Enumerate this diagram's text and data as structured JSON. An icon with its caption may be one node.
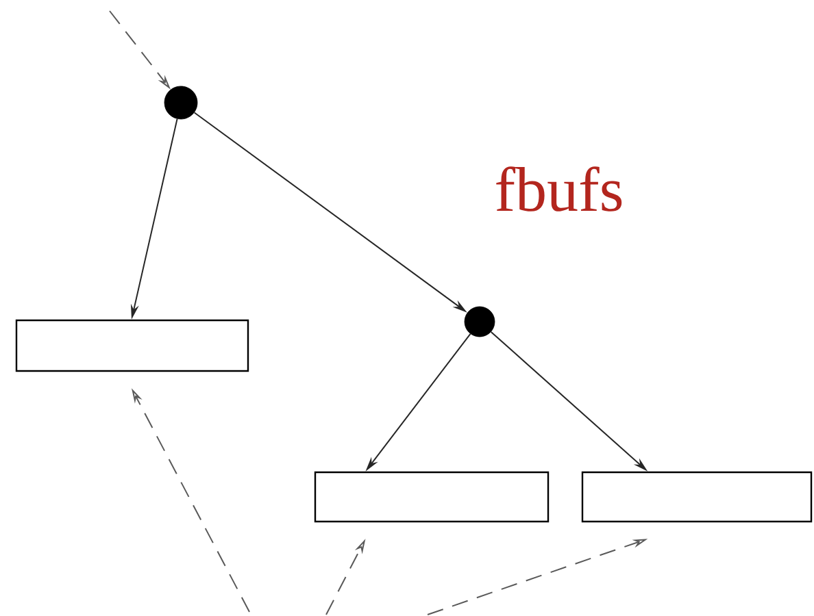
{
  "diagram": {
    "title": "fbufs",
    "nodes": [
      {
        "text": [],
        "shape": "circle"
      },
      {
        "text": [],
        "shape": "box"
      },
      {
        "text": [],
        "shape": "circle"
      },
      {
        "text": [],
        "shape": "box"
      },
      {
        "text": [],
        "shape": "box"
      }
    ],
    "edges": [
      {
        "from": null,
        "to": 0,
        "arrow": "to",
        "style": "dashed"
      },
      {
        "from": 0,
        "to": 1,
        "arrow": "to"
      },
      {
        "from": 0,
        "to": 2,
        "arrow": "to"
      },
      {
        "from": 2,
        "to": 3,
        "arrow": "to"
      },
      {
        "from": 2,
        "to": 4,
        "arrow": "to"
      },
      {
        "from": null,
        "to": 1,
        "arrow": "to",
        "style": "dashed"
      },
      {
        "from": null,
        "to": 3,
        "arrow": "to",
        "style": "dashed"
      },
      {
        "from": null,
        "to": 4,
        "arrow": "to",
        "style": "dashed"
      }
    ]
  }
}
